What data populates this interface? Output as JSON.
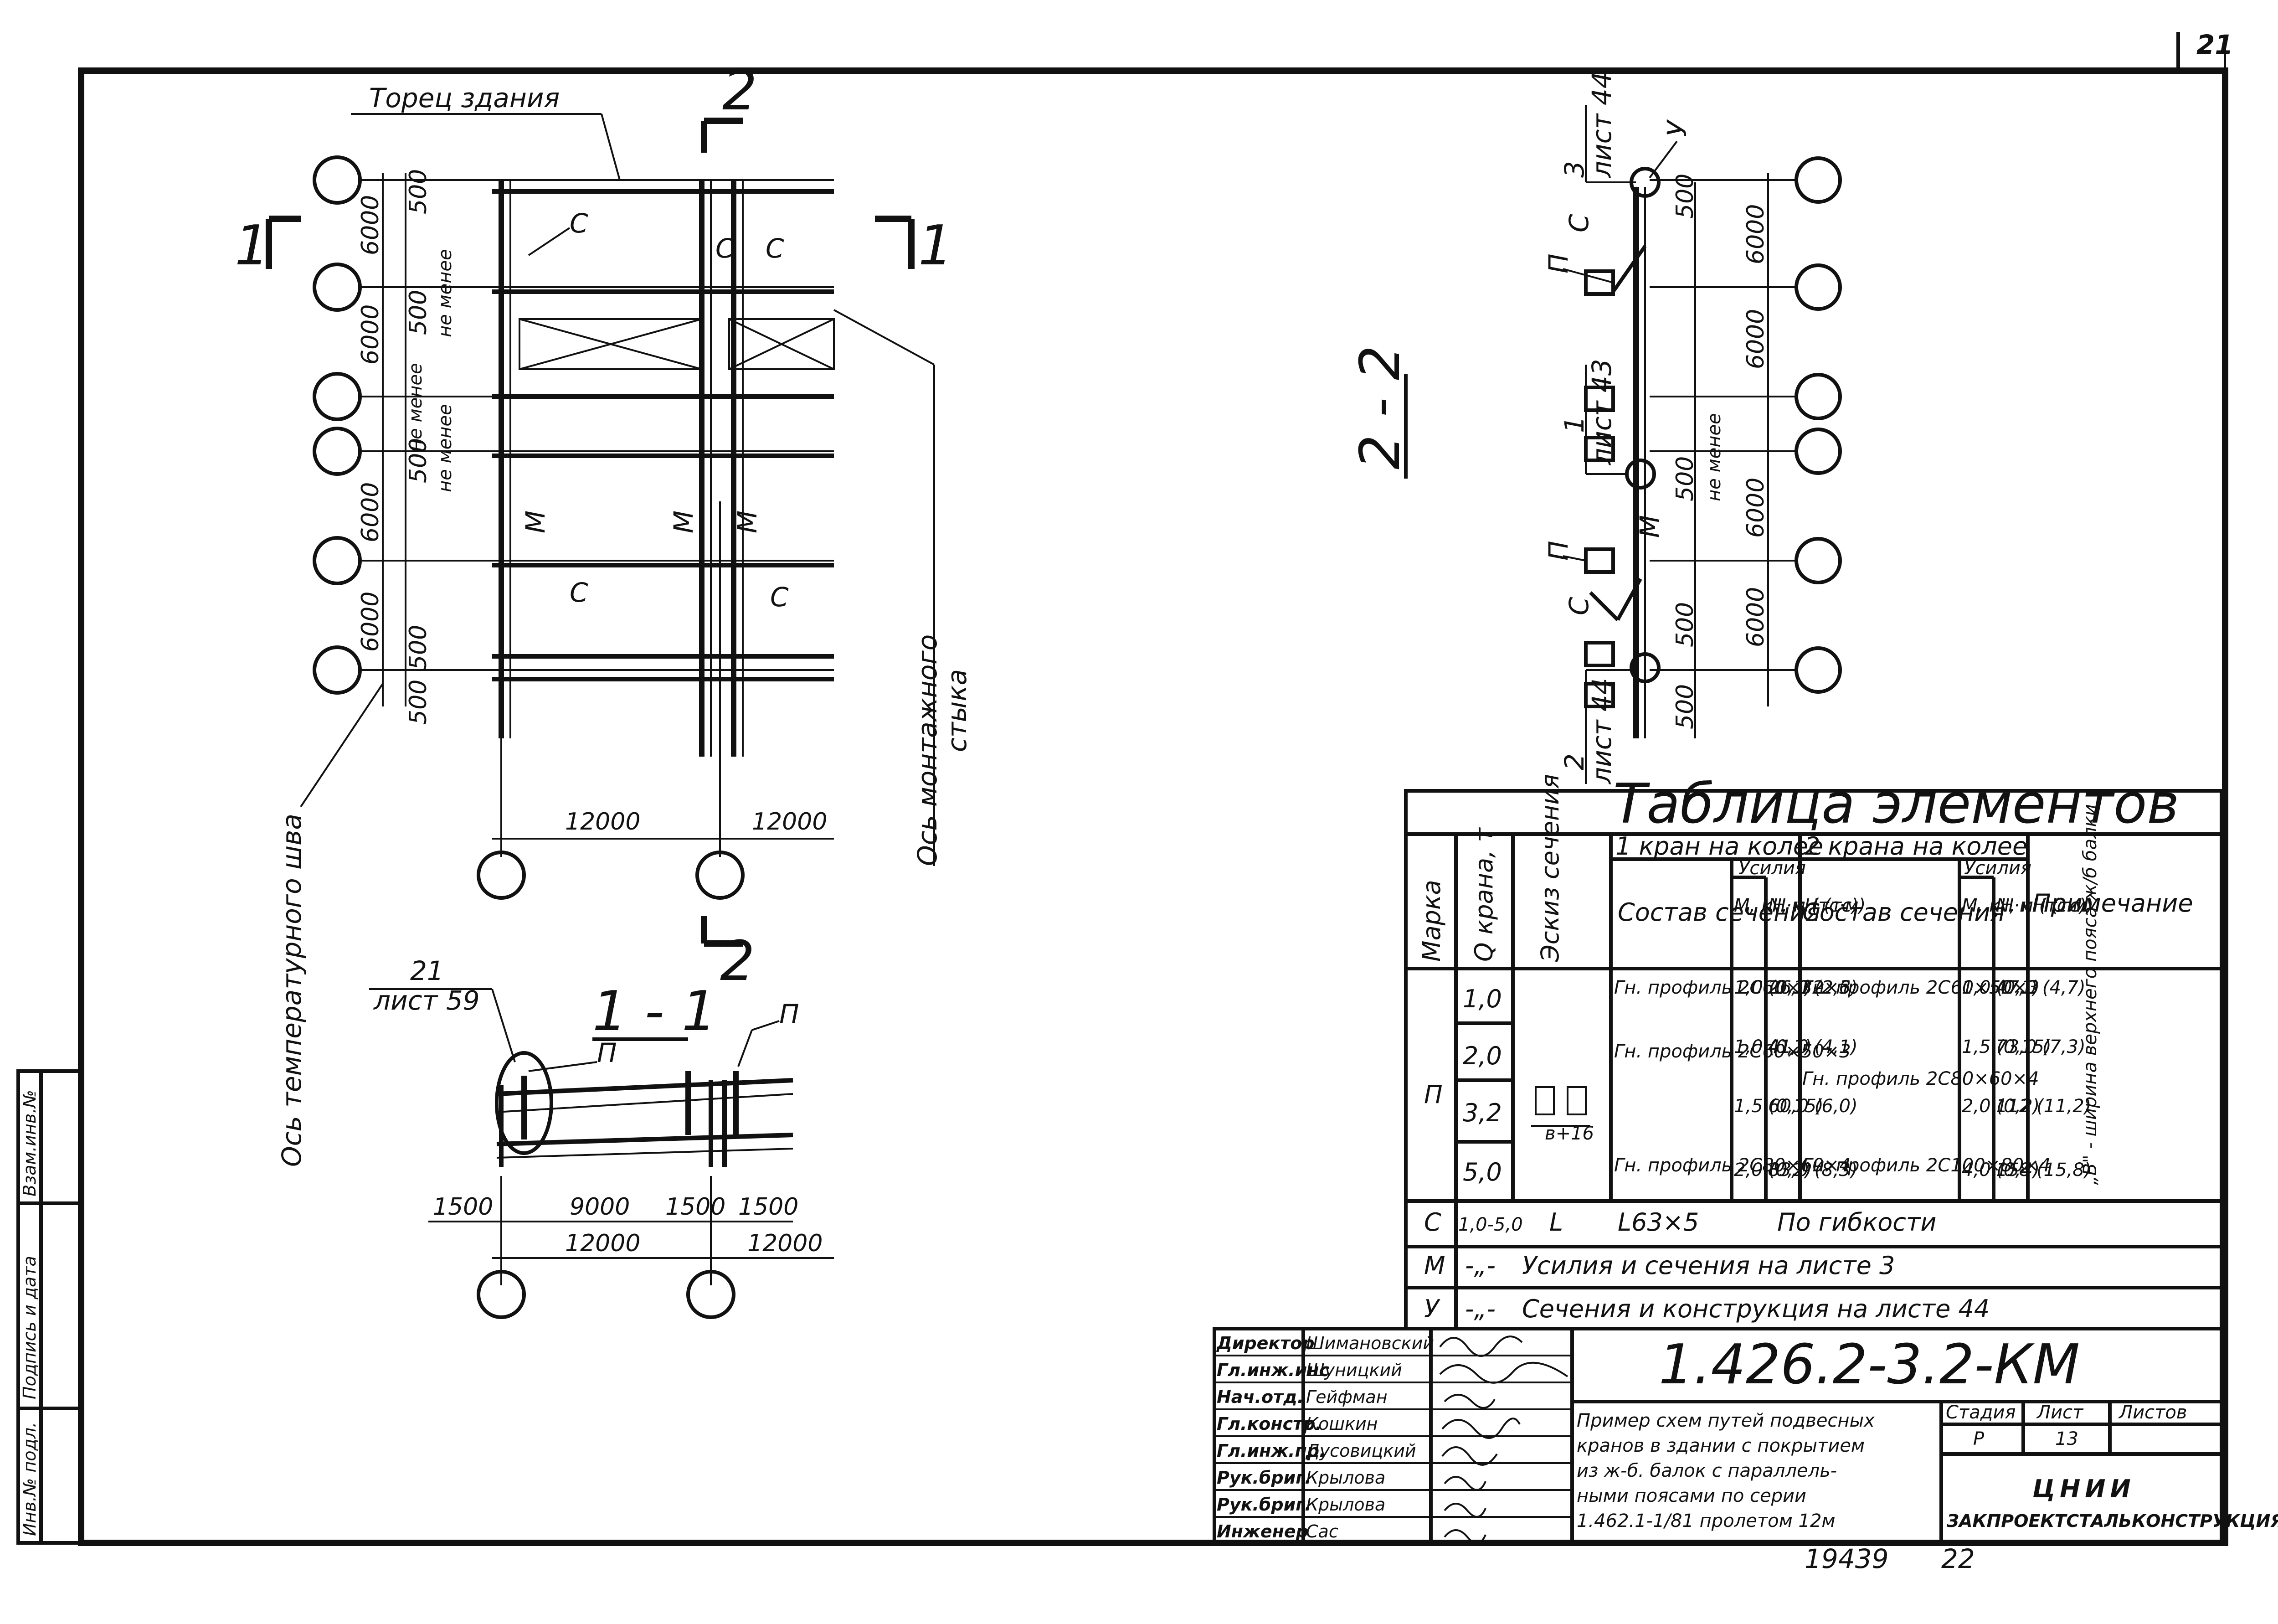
{
  "sheet_number": "21",
  "archive_number": "19439",
  "archive_suffix": "22",
  "plan": {
    "label_building_end": "Торец здания",
    "label_temp_joint_axis": "Ось температурного шва",
    "label_assembly_joint_axis_1": "Ось монтажного",
    "label_assembly_joint_axis_2": "стыка",
    "section_2": "2",
    "section_1": "1",
    "dims_left": [
      "6000",
      "6000",
      "6000",
      "6000"
    ],
    "dims_inner": [
      "500",
      "500",
      "500",
      "500",
      "500"
    ],
    "not_less": "не менее",
    "span": "12000",
    "mark_c": "С",
    "mark_m": "М"
  },
  "section_11": {
    "title": "1 - 1",
    "ref_num": "21",
    "ref_sheet": "лист 59",
    "mark_p": "П",
    "dims": [
      "1500",
      "9000",
      "1500",
      "1500"
    ],
    "span": "12000"
  },
  "section_22": {
    "title": "2 - 2",
    "dims": [
      "500",
      "6000",
      "6000",
      "500",
      "6000",
      "6000",
      "500",
      "500"
    ],
    "not_less": "не менее",
    "ref_3": "3",
    "ref_3_sheet": "лист 44",
    "ref_1": "1",
    "ref_1_sheet": "лист 43",
    "ref_2": "2",
    "ref_2_sheet": "лист 44",
    "mark_u": "У",
    "mark_c": "С",
    "mark_p": "П",
    "mark_m": "М"
  },
  "table": {
    "title": "Таблица элементов",
    "h_mark": "Марка",
    "h_q": "Q крана, т",
    "h_sketch": "Эскиз сечения",
    "h_one_crane": "1 кран на колее",
    "h_two_cranes": "2 крана на колее",
    "h_composition": "Состав сечения",
    "h_forces": "Усилия",
    "h_m": "М, кН·м (тс·м)",
    "h_n": "N, кН (тс)",
    "h_note": "Примечание",
    "mark_p": "П",
    "q_values": [
      "1,0",
      "2,0",
      "3,2",
      "5,0"
    ],
    "sec1": [
      "Гн. профиль 2С60×32×3",
      "Гн. профиль 2С60×50×3",
      "Гн. профиль 2С80×60×4"
    ],
    "m1": [
      "1,0 (0,1)",
      "1,0 (0,1)",
      "1,5 (0,15)",
      "2,0 (0,2)"
    ],
    "n1": [
      "26,0 (2,6)",
      "41,0 (4,1)",
      "60,0 (6,0)",
      "83,0 (8,3)"
    ],
    "sec2": [
      "Гн. профиль 2С60×50×3",
      "Гн. профиль 2С80×60×4",
      "Гн. профиль 2С100×80×4"
    ],
    "m2": [
      "1,0 (0,1)",
      "1,5 (0,15)",
      "2,0 (0,2)",
      "4,0 (0,4)"
    ],
    "n2": [
      "47,0 (4,7)",
      "73,0 (7,3)",
      "112 (11,2)",
      "158 (15,8)"
    ],
    "note": "„В\" - ширина верхнего пояса ж/б балки",
    "sketch_label": "в+16",
    "row_c_mark": "С",
    "row_c_q": "1,0-5,0",
    "row_c_sketch": "L",
    "row_c_sec": "L63×5",
    "row_c_text": "По гибкости",
    "row_m_mark": "М",
    "row_m_q": "-„-",
    "row_m_text": "Усилия и сечения на листе 3",
    "row_u_mark": "У",
    "row_u_q": "-„-",
    "row_u_text": "Сечения и конструкция на листе 44"
  },
  "stamp": {
    "roles": [
      "Директор",
      "Гл.инж.инс",
      "Нач.отд.",
      "Гл.констр.",
      "Гл.инж.пр.",
      "Рук.бриг.",
      "Рук.бриг.",
      "Инженер"
    ],
    "names": [
      "Шимановский",
      "Шуницкий",
      "Гейфман",
      "Кошкин",
      "Дусовицкий",
      "Крылова",
      "Крылова",
      "Сас"
    ],
    "code": "1.426.2-3.2-КМ",
    "description": [
      "Пример схем путей подвесных",
      "кранов в здании с покрытием",
      "из ж-б. балок с параллель-",
      "ными поясами по серии",
      "1.462.1-1/81 пролетом 12м"
    ],
    "h_stage": "Стадия",
    "h_sheet": "Лист",
    "h_sheets": "Листов",
    "stage": "Р",
    "sheet": "13",
    "org_logo": "ЦНИИ",
    "org": "ЗАКПРОЕКТСТАЛЬКОНСТРУКЦИЯ"
  },
  "side_stamp": [
    "Инв.№ подл.",
    "Подпись и дата",
    "Взам.инв.№"
  ]
}
